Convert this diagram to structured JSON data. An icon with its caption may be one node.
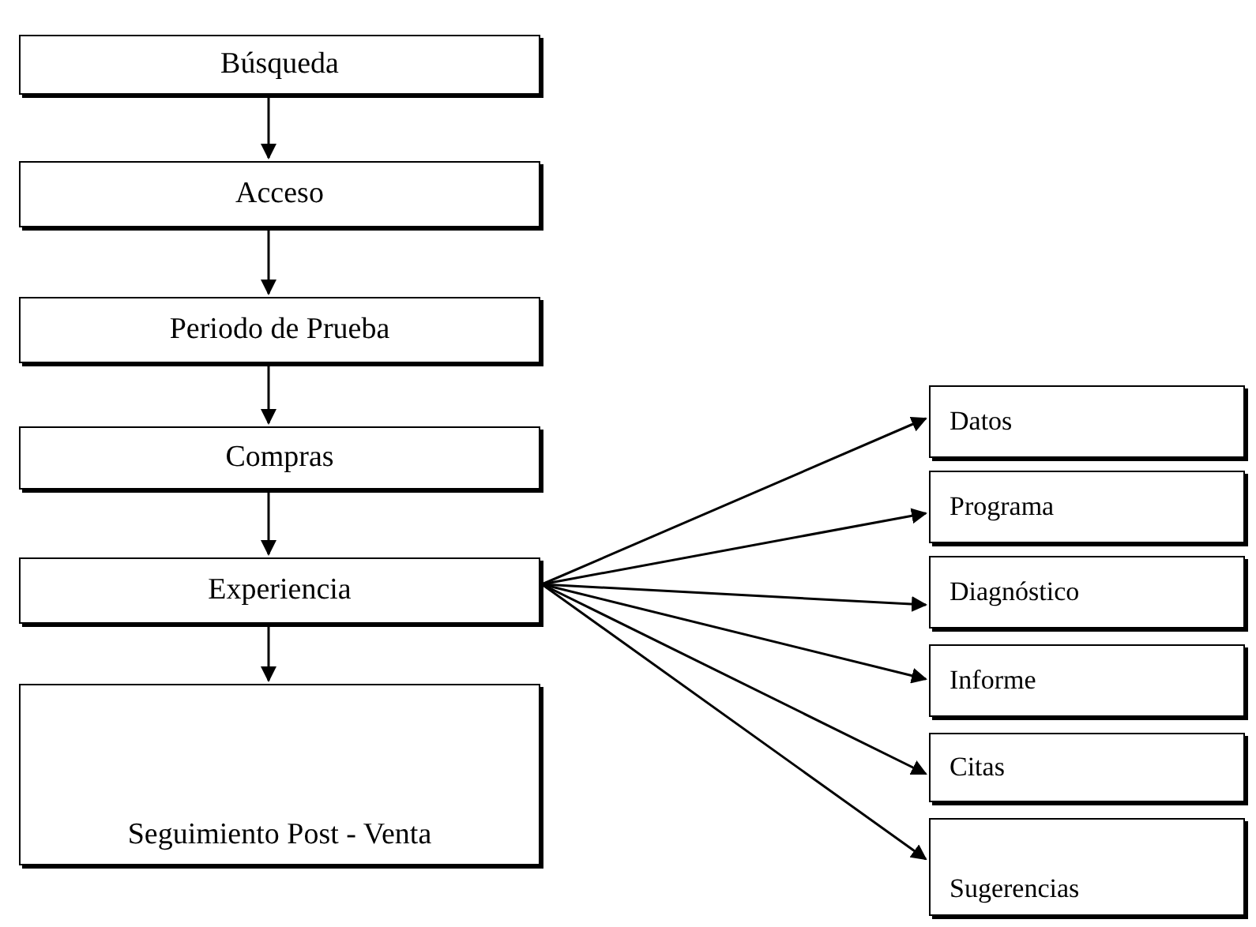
{
  "diagram": {
    "nodes": [
      {
        "text": [
          "Búsqueda"
        ]
      },
      {
        "text": [
          "Acceso"
        ]
      },
      {
        "text": [
          "Periodo de Prueba"
        ]
      },
      {
        "text": [
          "Compras"
        ]
      },
      {
        "text": [
          "Experiencia"
        ]
      },
      {
        "text": [
          "Seguimiento Post - Venta"
        ]
      },
      {
        "text": [
          "Datos"
        ]
      },
      {
        "text": [
          "Programa"
        ]
      },
      {
        "text": [
          "Diagnóstico"
        ]
      },
      {
        "text": [
          "Informe"
        ]
      },
      {
        "text": [
          "Citas"
        ]
      },
      {
        "text": [
          "Sugerencias"
        ]
      }
    ],
    "edges": [
      {
        "from": 0,
        "to": 1,
        "arrow": "to"
      },
      {
        "from": 1,
        "to": 2,
        "arrow": "to"
      },
      {
        "from": 2,
        "to": 3,
        "arrow": "to"
      },
      {
        "from": 3,
        "to": 4,
        "arrow": "to"
      },
      {
        "from": 4,
        "to": 5,
        "arrow": "to"
      },
      {
        "from": 4,
        "to": 6,
        "arrow": "to"
      },
      {
        "from": 4,
        "to": 7,
        "arrow": "to"
      },
      {
        "from": 4,
        "to": 8,
        "arrow": "to"
      },
      {
        "from": 4,
        "to": 9,
        "arrow": "to"
      },
      {
        "from": 4,
        "to": 10,
        "arrow": "to"
      },
      {
        "from": 4,
        "to": 11,
        "arrow": "to"
      }
    ]
  }
}
